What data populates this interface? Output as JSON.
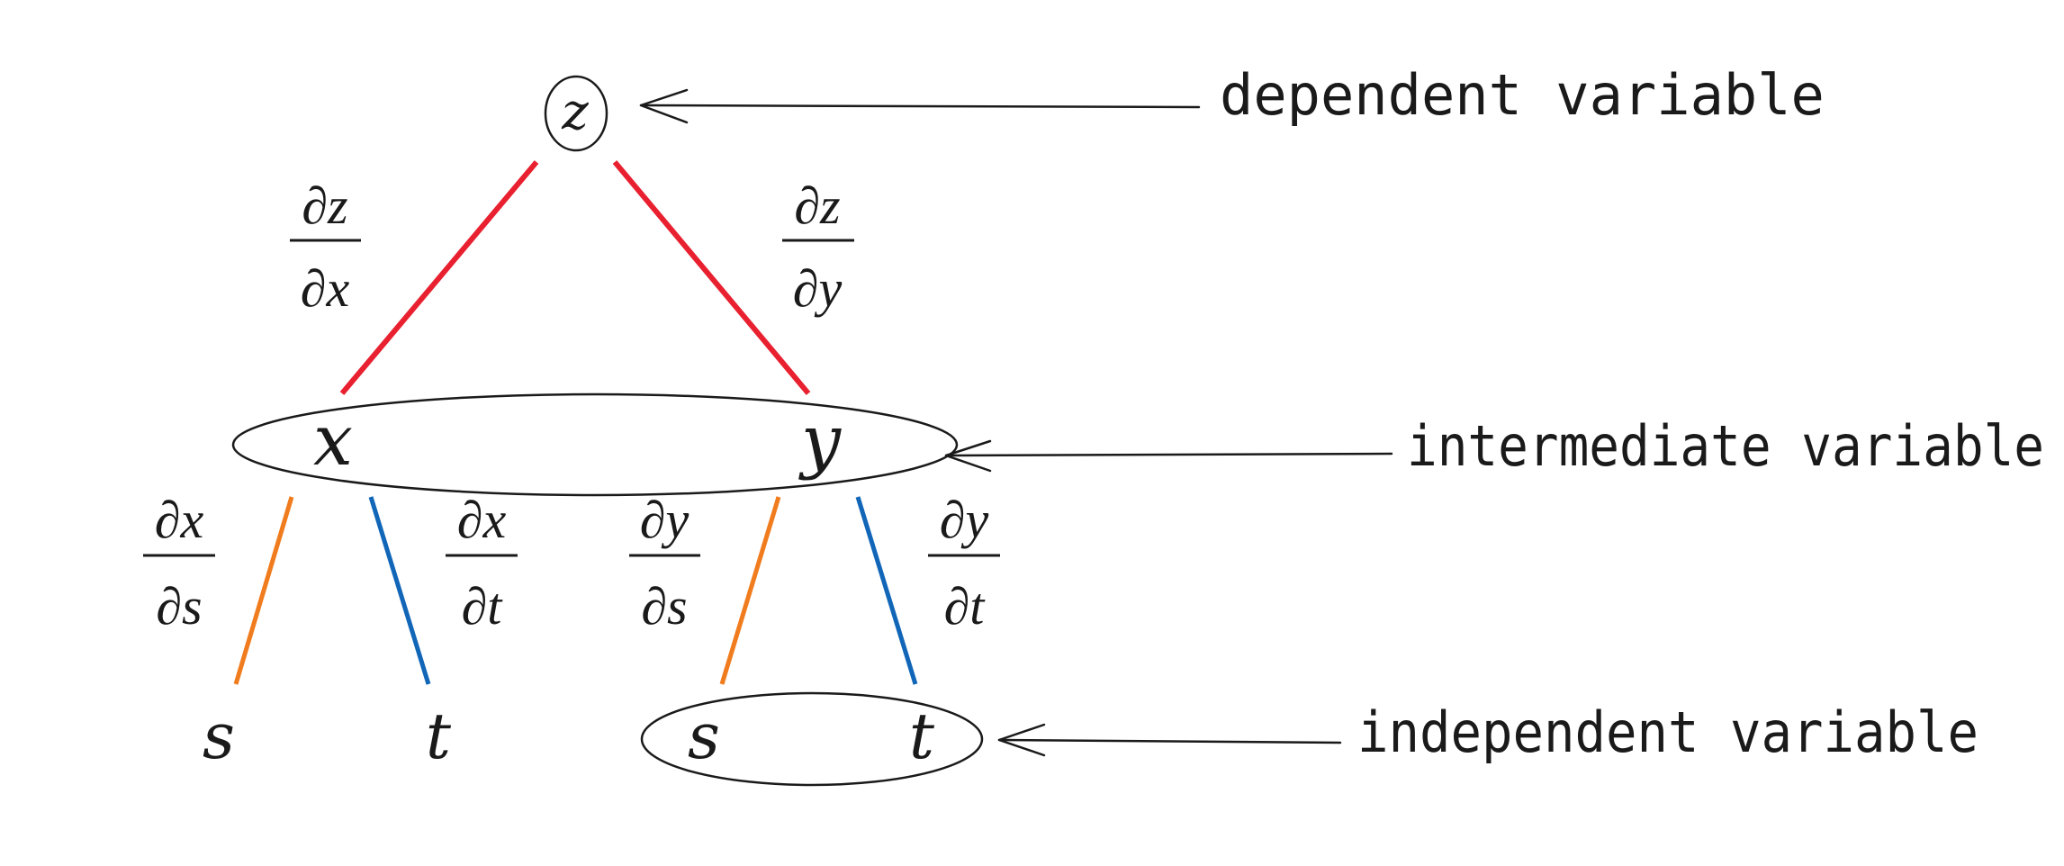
{
  "colors": {
    "root_edge": "#e8202f",
    "s_edge": "#f07c1e",
    "t_edge": "#1166b8",
    "ink": "#1a1a1a"
  },
  "nodes": {
    "root": "z",
    "intermediate_x": "x",
    "intermediate_y": "y",
    "leaf_s_under_x": "s",
    "leaf_t_under_x": "t",
    "leaf_s_under_y": "s",
    "leaf_t_under_y": "t"
  },
  "edge_labels": {
    "dz_dx": {
      "num": "∂z",
      "den": "∂x"
    },
    "dz_dy": {
      "num": "∂z",
      "den": "∂y"
    },
    "dx_ds": {
      "num": "∂x",
      "den": "∂s"
    },
    "dx_dt": {
      "num": "∂x",
      "den": "∂t"
    },
    "dy_ds": {
      "num": "∂y",
      "den": "∂s"
    },
    "dy_dt": {
      "num": "∂y",
      "den": "∂t"
    }
  },
  "annotations": {
    "dependent": "dependent variable",
    "intermediate": "intermediate variable",
    "independent": "independent variable"
  }
}
